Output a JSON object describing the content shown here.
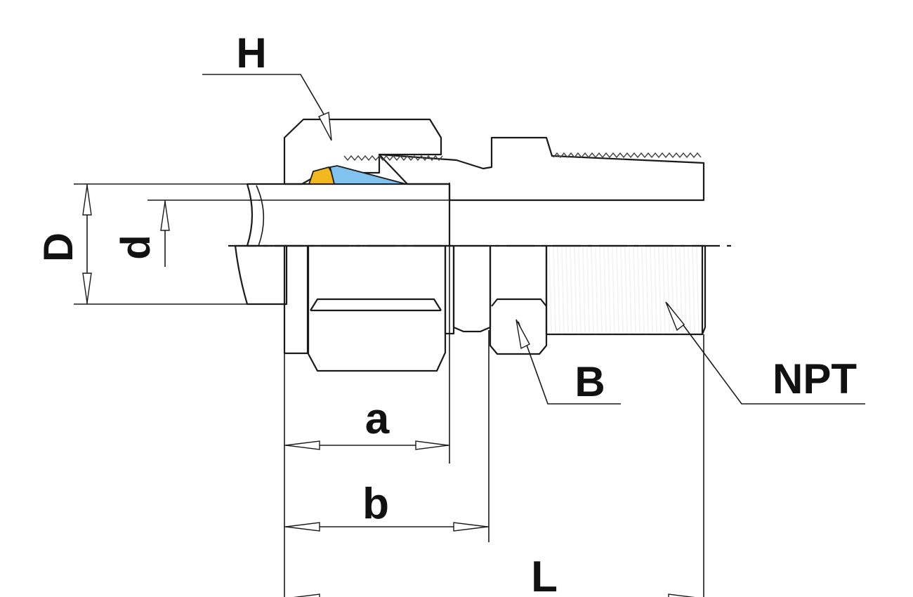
{
  "labels": {
    "H": "H",
    "B": "B",
    "NPT": "NPT",
    "D": "D",
    "d": "d",
    "a": "a",
    "b": "b",
    "L": "L"
  },
  "colors": {
    "metal_light": "#e4e4e4",
    "metal_mid": "#c9c9c9",
    "metal_dark": "#a9a9a9",
    "front_ferrule": "#7fc3ee",
    "back_ferrule": "#f2b81d",
    "line": "#1a1a1a"
  }
}
